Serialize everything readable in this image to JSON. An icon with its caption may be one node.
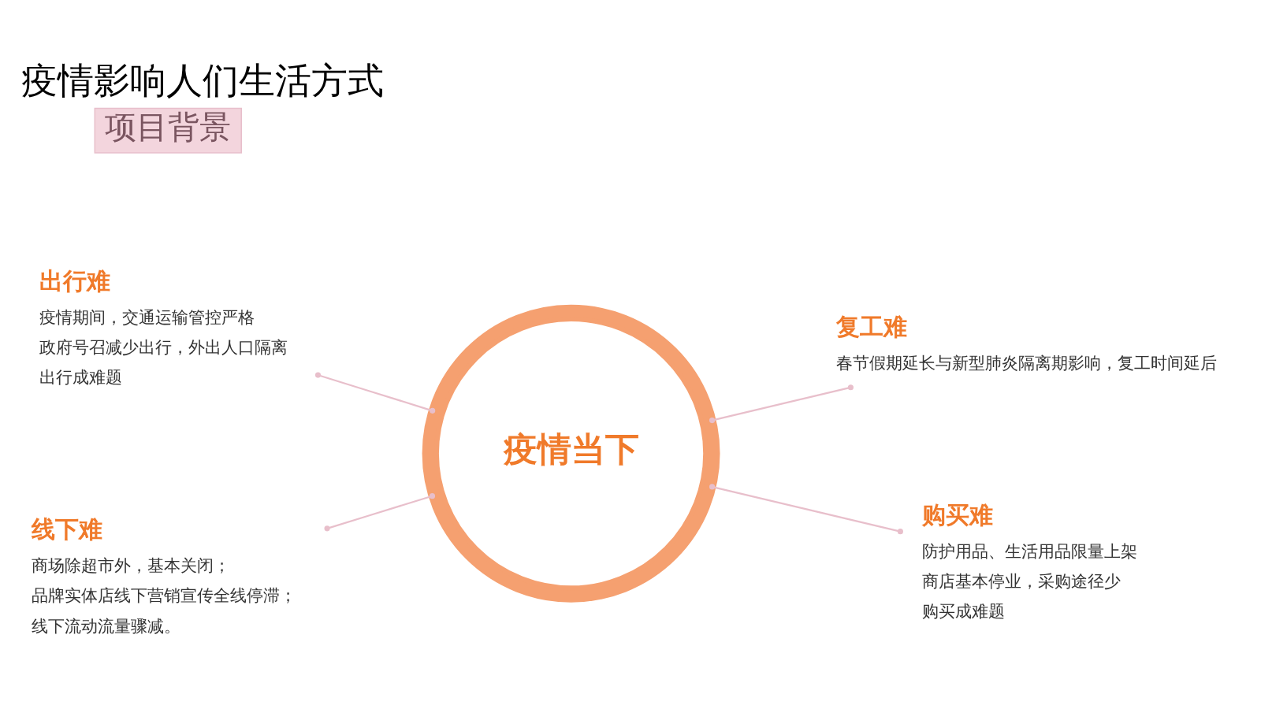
{
  "diagram": {
    "title": "疫情影响人们生活方式",
    "nodes": [
      {
        "text": [
          "出行难",
          "疫情期间，交通运输管控严格",
          "政府号召减少出行，外出人口隔离",
          "出行成难题"
        ]
      },
      {
        "text": [
          "复工难",
          "春节假期延长与新型肺炎隔离期影响，复工时间延后"
        ]
      },
      {
        "text": [
          "疫情当下"
        ]
      },
      {
        "text": [
          "线下难",
          "商场除超市外，基本关闭；",
          "品牌实体店线下营销宣传全线停滞；",
          "线下流动流量骤减。"
        ]
      },
      {
        "text": [
          "购买难",
          "防护用品、生活用品限量上架",
          "商店基本停业，采购途径少",
          "购买成难题"
        ]
      }
    ],
    "edges": [
      {
        "from": 0,
        "to": 2,
        "arrow": "other"
      },
      {
        "from": 2,
        "to": 1,
        "arrow": "other"
      },
      {
        "from": 3,
        "to": 2,
        "arrow": "other"
      },
      {
        "from": 2,
        "to": 4,
        "arrow": "other"
      }
    ],
    "labels": [
      "项目背景"
    ]
  }
}
